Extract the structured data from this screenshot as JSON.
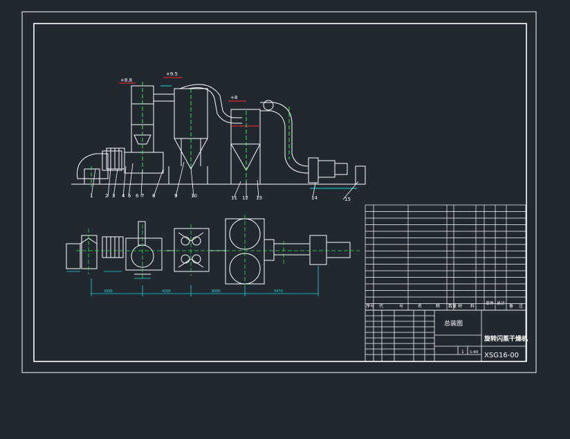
{
  "colors": {
    "background": "#212830",
    "frame": "#ffffff",
    "equipment": "#ffffff",
    "centerline": "#2ee84a",
    "dimension": "#18e0e0",
    "level_mark": "#ff2a2a"
  },
  "elevations": [
    "+8.8",
    "+9.5",
    "+8"
  ],
  "dimension_labels": [
    "3000",
    "4200",
    "8000",
    "5470"
  ],
  "part_numbers": [
    "1",
    "2",
    "3",
    "4",
    "5",
    "6",
    "7",
    "8",
    "9",
    "10",
    "11",
    "12",
    "13",
    "14",
    "15"
  ],
  "title_block": {
    "overall_drawing": "总装图",
    "machine_name": "旋转闪蒸干燥机",
    "drawing_number": "XSG16-00",
    "scale": "1:60",
    "quantity": "1",
    "bom_header": [
      "序号",
      "代",
      "号",
      "名",
      "称",
      "数量",
      "材",
      "料",
      "单件",
      "总计",
      "备",
      "注"
    ]
  }
}
